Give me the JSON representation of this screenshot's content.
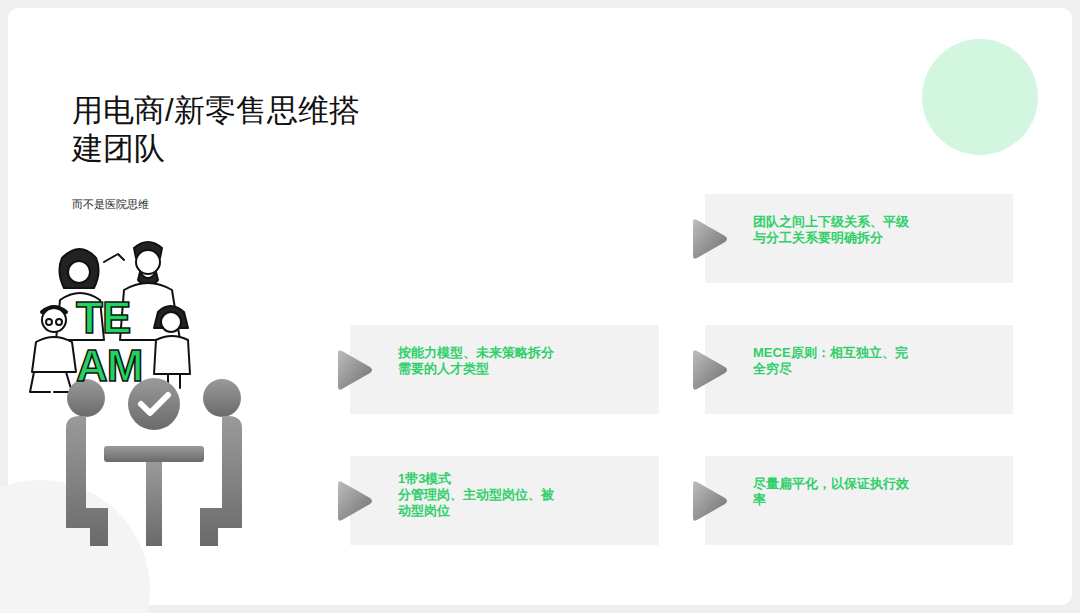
{
  "diagram": {
    "title": "用电商/新零售思维搭建团队",
    "nodes": [
      {
        "text": [
          "团队之间上下级关系、平级与分工关系要明确拆分"
        ]
      },
      {
        "text": [
          "按能力模型、未来策略拆分需要的人才类型"
        ]
      },
      {
        "text": [
          "MECE原则：相互独立、完全穷尽"
        ]
      },
      {
        "text": [
          "1带3模式",
          "分管理岗、主动型岗位、被动型岗位"
        ]
      },
      {
        "text": [
          "尽量扁平化，以保证执行效率"
        ]
      }
    ],
    "labels": [
      "而不是医院思维",
      "TE",
      "AM"
    ]
  }
}
